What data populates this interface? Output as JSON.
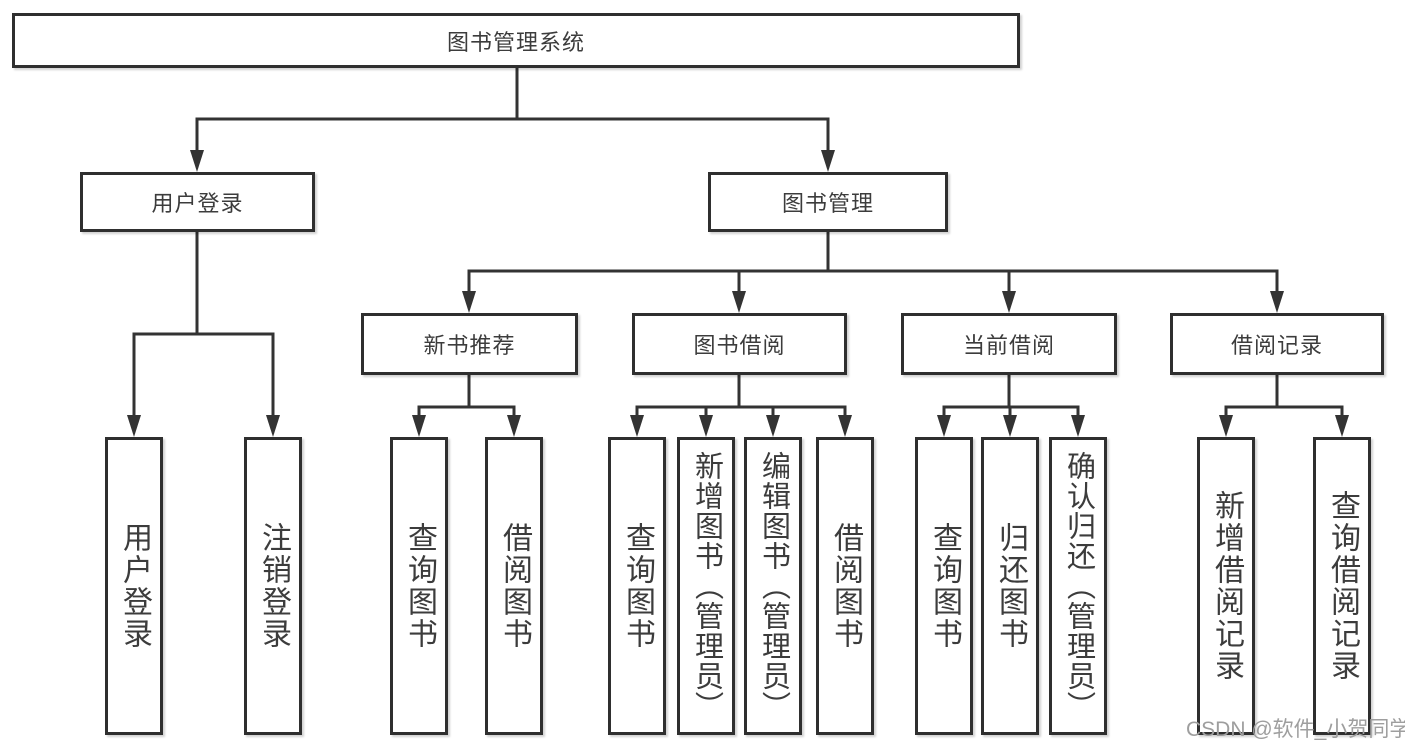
{
  "diagram": {
    "root": {
      "label": "图书管理系统"
    },
    "branches": [
      {
        "label": "用户登录",
        "children": [
          {
            "label": "用户登录"
          },
          {
            "label": "注销登录"
          }
        ]
      },
      {
        "label": "图书管理",
        "children": [
          {
            "label": "新书推荐",
            "children": [
              {
                "label": "查询图书"
              },
              {
                "label": "借阅图书"
              }
            ]
          },
          {
            "label": "图书借阅",
            "children": [
              {
                "label": "查询图书"
              },
              {
                "label": "新增图书（管理员）"
              },
              {
                "label": "编辑图书（管理员）"
              },
              {
                "label": "借阅图书"
              }
            ]
          },
          {
            "label": "当前借阅",
            "children": [
              {
                "label": "查询图书"
              },
              {
                "label": "归还图书"
              },
              {
                "label": "确认归还（管理员）"
              }
            ]
          },
          {
            "label": "借阅记录",
            "children": [
              {
                "label": "新增借阅记录"
              },
              {
                "label": "查询借阅记录"
              }
            ]
          }
        ]
      }
    ]
  },
  "watermark": {
    "text": "CSDN @软件_小贺同学"
  },
  "colors": {
    "line": "#333333",
    "box_border": "#2f2f2f",
    "text": "#3c3c3c",
    "watermark": "#9e9e9e",
    "background": "#ffffff"
  }
}
